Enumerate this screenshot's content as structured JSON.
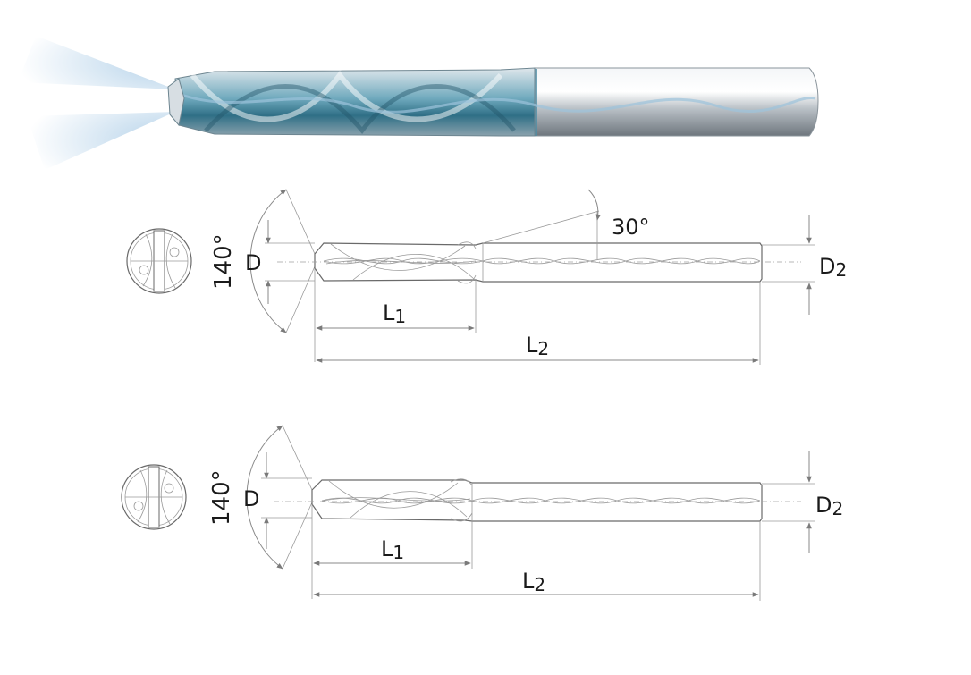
{
  "diagram_1": {
    "point_angle": "140°",
    "helix_angle": "30°",
    "label_d": "D",
    "label_d2": "D2",
    "label_l1": "L1",
    "label_l2": "L2"
  },
  "diagram_2": {
    "point_angle": "140°",
    "label_d": "D",
    "label_d2": "D2",
    "label_l1": "L1",
    "label_l2": "L2"
  },
  "colors": {
    "coolant": "#a9cbe6",
    "coating": "#3f8fa8",
    "steel": "#c9cfd4",
    "line": "#7a7a7a"
  }
}
